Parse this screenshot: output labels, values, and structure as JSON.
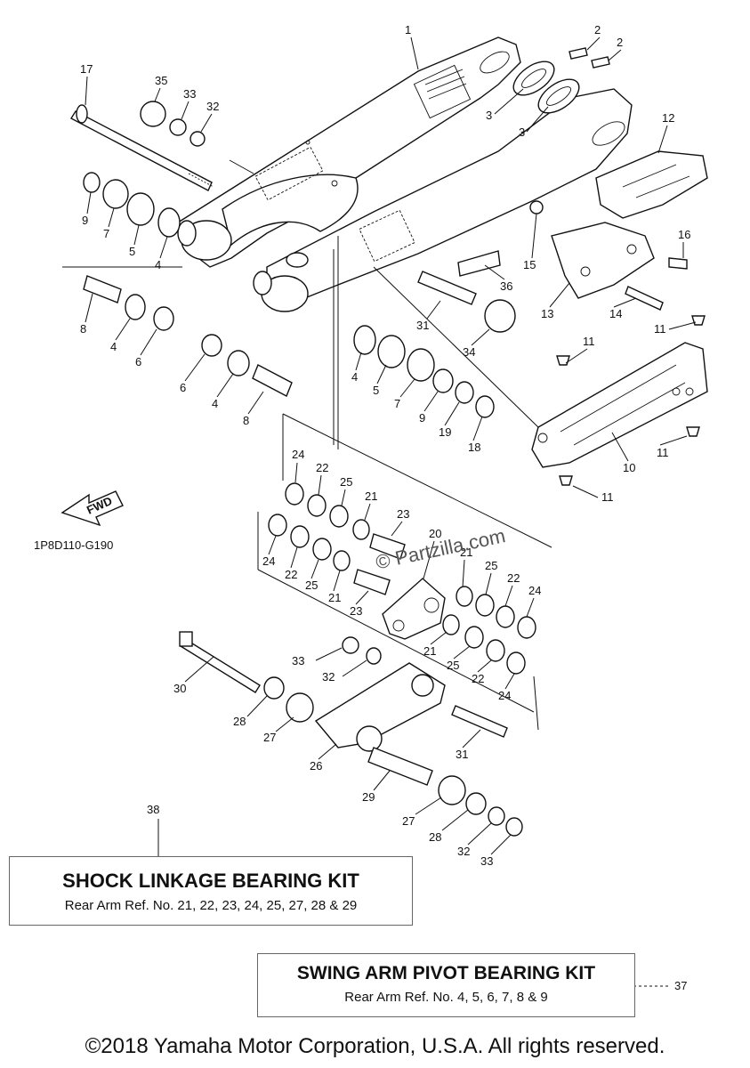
{
  "diagram": {
    "code": "1P8D110-G190",
    "fwd_label": "FWD",
    "watermark": "© Partzilla.com",
    "copyright": "©2018 Yamaha Motor Corporation, U.S.A. All rights reserved."
  },
  "kits": {
    "shock": {
      "ref": "38",
      "title": "SHOCK LINKAGE BEARING KIT",
      "subtitle": "Rear Arm Ref. No. 21, 22, 23, 24, 25, 27, 28 & 29"
    },
    "swing": {
      "ref": "37",
      "title": "SWING ARM PIVOT BEARING KIT",
      "subtitle": "Rear Arm Ref. No. 4, 5, 6, 7, 8 & 9"
    }
  },
  "callouts": [
    {
      "n": "1"
    },
    {
      "n": "2"
    },
    {
      "n": "2"
    },
    {
      "n": "3"
    },
    {
      "n": "3"
    },
    {
      "n": "12"
    },
    {
      "n": "17"
    },
    {
      "n": "35"
    },
    {
      "n": "33"
    },
    {
      "n": "32"
    },
    {
      "n": "9"
    },
    {
      "n": "7"
    },
    {
      "n": "5"
    },
    {
      "n": "4"
    },
    {
      "n": "16"
    },
    {
      "n": "15"
    },
    {
      "n": "36"
    },
    {
      "n": "13"
    },
    {
      "n": "14"
    },
    {
      "n": "8"
    },
    {
      "n": "4"
    },
    {
      "n": "6"
    },
    {
      "n": "31"
    },
    {
      "n": "34"
    },
    {
      "n": "11"
    },
    {
      "n": "11"
    },
    {
      "n": "6"
    },
    {
      "n": "4"
    },
    {
      "n": "8"
    },
    {
      "n": "4"
    },
    {
      "n": "5"
    },
    {
      "n": "7"
    },
    {
      "n": "9"
    },
    {
      "n": "19"
    },
    {
      "n": "18"
    },
    {
      "n": "10"
    },
    {
      "n": "11"
    },
    {
      "n": "11"
    },
    {
      "n": "24"
    },
    {
      "n": "22"
    },
    {
      "n": "25"
    },
    {
      "n": "21"
    },
    {
      "n": "23"
    },
    {
      "n": "20"
    },
    {
      "n": "24"
    },
    {
      "n": "22"
    },
    {
      "n": "25"
    },
    {
      "n": "21"
    },
    {
      "n": "23"
    },
    {
      "n": "21"
    },
    {
      "n": "25"
    },
    {
      "n": "22"
    },
    {
      "n": "24"
    },
    {
      "n": "21"
    },
    {
      "n": "25"
    },
    {
      "n": "22"
    },
    {
      "n": "24"
    },
    {
      "n": "33"
    },
    {
      "n": "32"
    },
    {
      "n": "30"
    },
    {
      "n": "28"
    },
    {
      "n": "27"
    },
    {
      "n": "26"
    },
    {
      "n": "31"
    },
    {
      "n": "29"
    },
    {
      "n": "27"
    },
    {
      "n": "28"
    },
    {
      "n": "32"
    },
    {
      "n": "33"
    }
  ]
}
